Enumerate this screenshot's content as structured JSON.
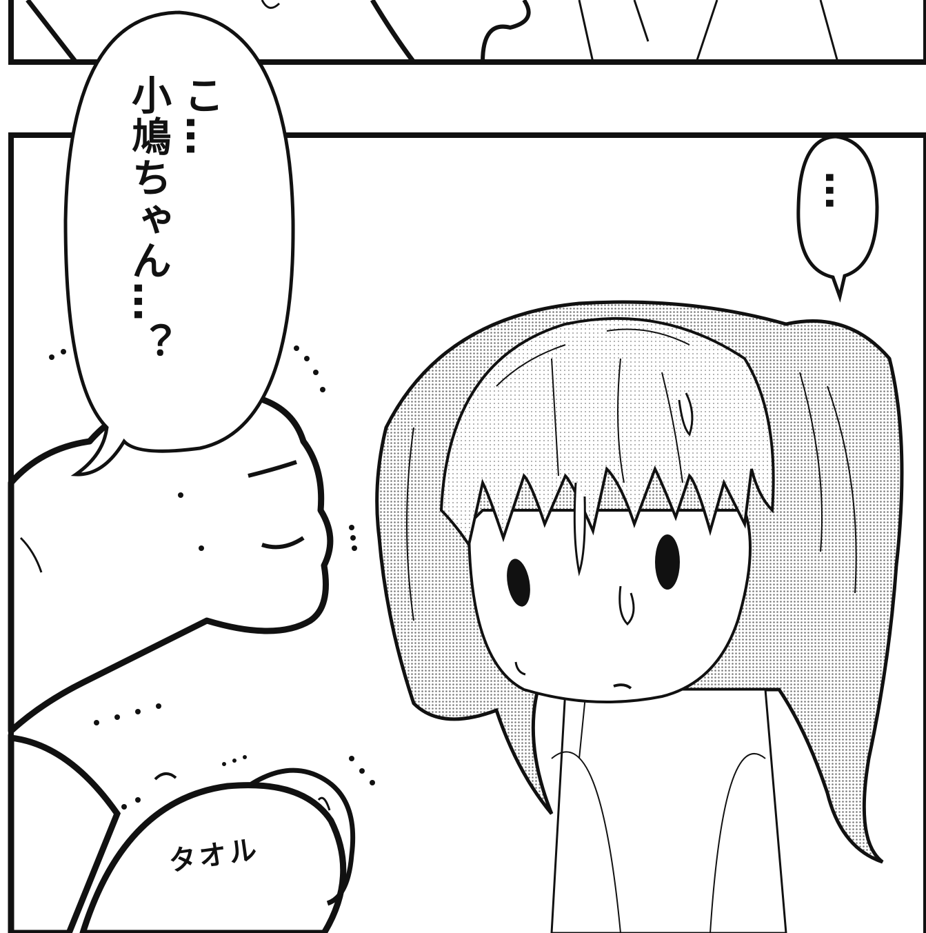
{
  "speech_balloon_left": {
    "line1": "こ…",
    "line2": "小鳩ちゃん…？"
  },
  "speech_balloon_right": {
    "text": "…"
  },
  "sound_effect": {
    "text": "タオル"
  },
  "colors": {
    "ink": "#111111",
    "paper": "#ffffff",
    "screentone": "#bdbdbd"
  }
}
